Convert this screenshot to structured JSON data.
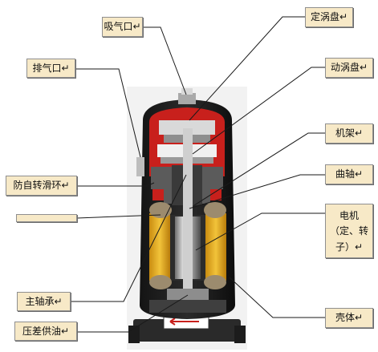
{
  "labels": {
    "suction_port": "吸气口↵",
    "discharge_port": "排气口↵",
    "anti_rotation_ring": "防自转滑环↵",
    "main_bearing": "主轴承↵",
    "differential_oil_supply": "压差供油↵",
    "fixed_scroll": "定涡盘↵",
    "orbiting_scroll": "动涡盘↵",
    "frame": "机架↵",
    "crankshaft": "曲轴↵",
    "motor_line1": "电机",
    "motor_line2": "（定、转",
    "motor_line3": "子）↵",
    "shell": "壳体↵"
  },
  "colors": {
    "label_fill": "#f7e9c7",
    "label_border": "#8f8f8f",
    "leader_line": "#1a1a1a",
    "shell_red": "#c8201c",
    "motor_yellow": "#e8b317",
    "photo_background": "#f2f2f2"
  }
}
